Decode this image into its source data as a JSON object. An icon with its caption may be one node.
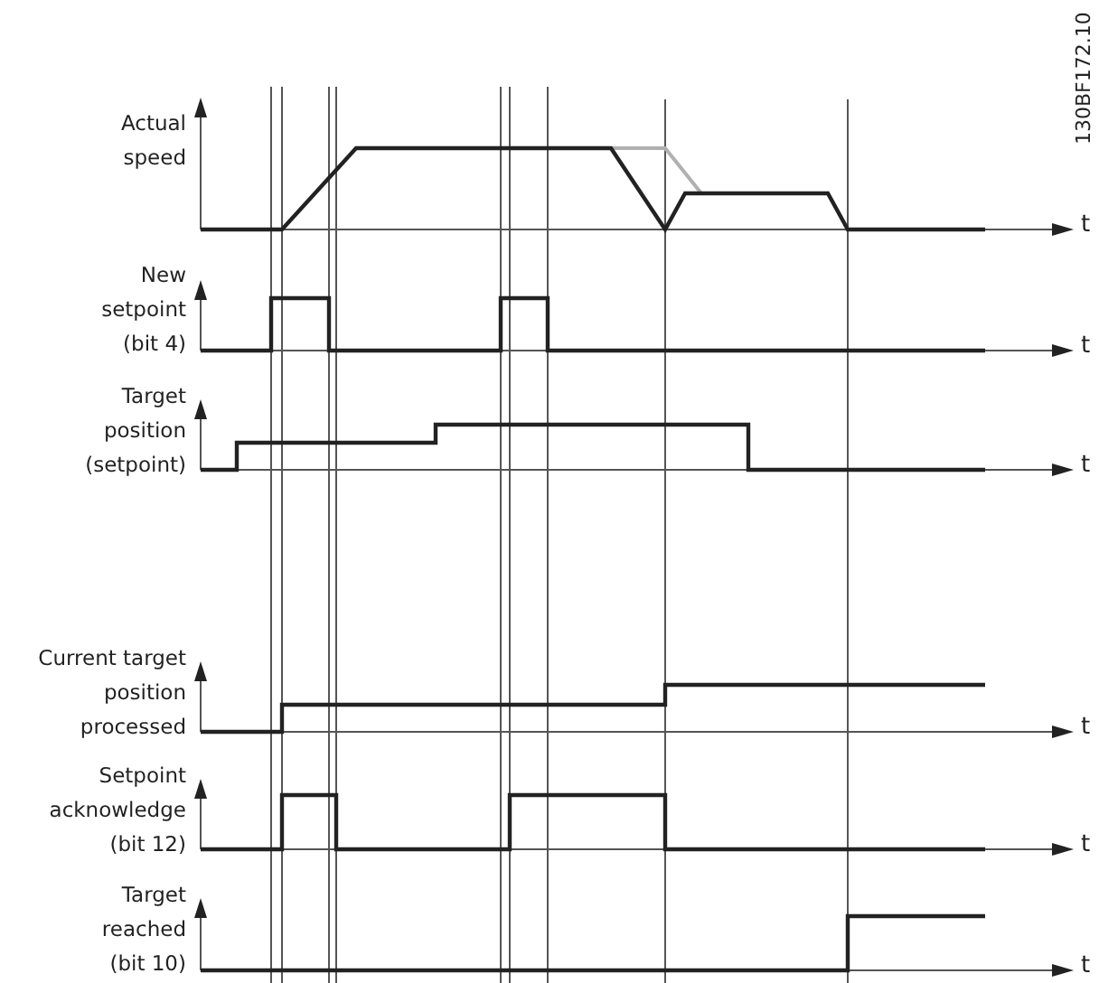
{
  "diagram": {
    "labels": [
      "130BF172.10",
      "Actual speed",
      "t",
      "New setpoint (bit 4)",
      "t",
      "Target position (setpoint)",
      "t",
      "Current target position processed",
      "t",
      "Setpoint acknowledge (bit 12)",
      "t",
      "Target reached (bit 10)",
      "t"
    ]
  }
}
